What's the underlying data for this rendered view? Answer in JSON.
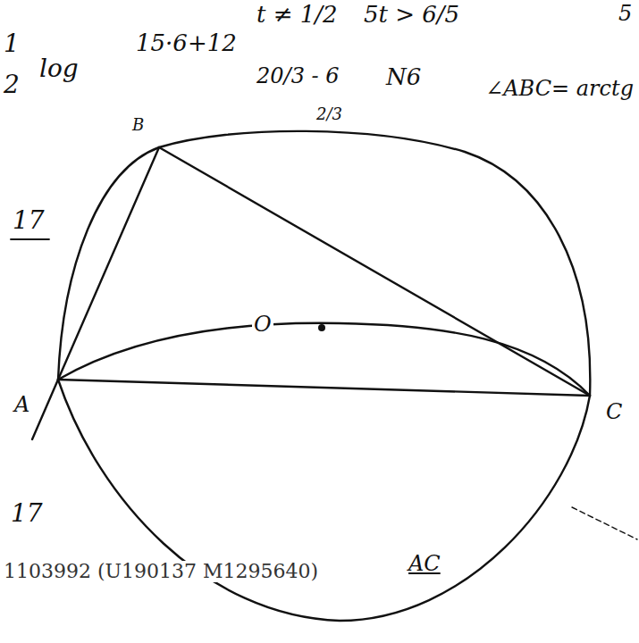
{
  "diagram": {
    "labels": [
      "t ≠ 1/2",
      "5t > 6/5",
      "5",
      "1",
      "15·6+12",
      "2",
      "log",
      "20/3 - 6",
      "2/3",
      "N6",
      "B",
      "∠ABC= arctg",
      "17",
      "O",
      "A",
      "C",
      "17",
      "1103992 (U190137 M1295640)",
      "AC"
    ]
  }
}
